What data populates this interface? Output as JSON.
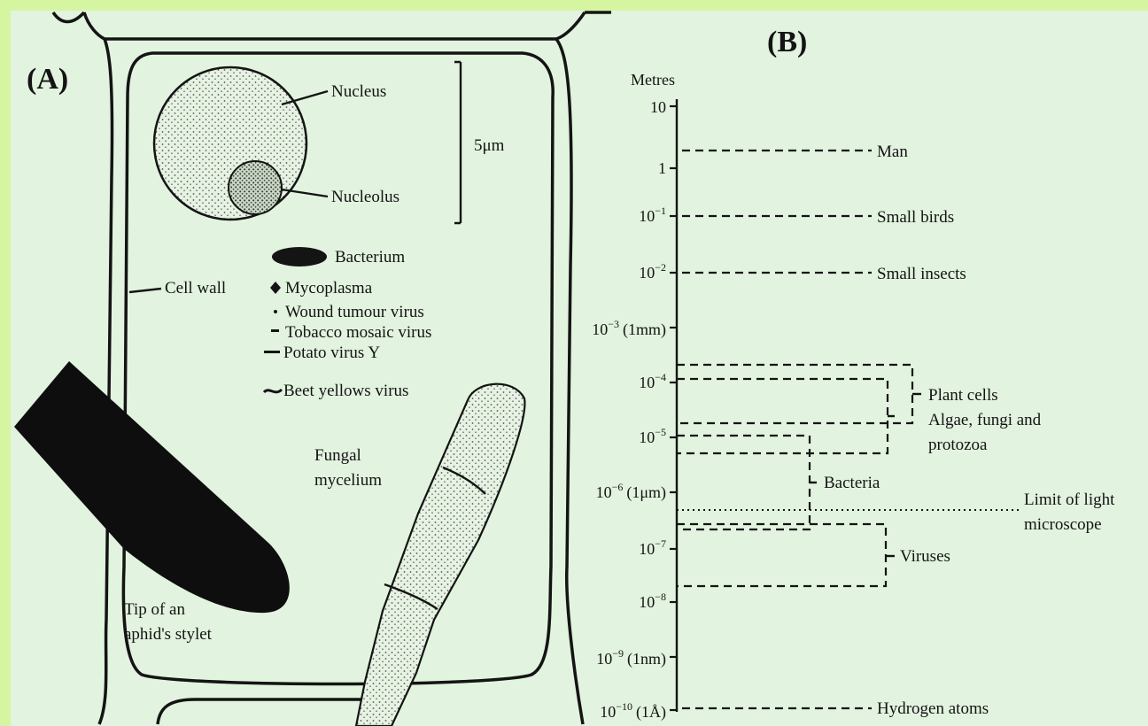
{
  "colors": {
    "frame": "#d6f5a0",
    "panel": "#e2f3df",
    "ink": "#141414",
    "stipple": "#b9ccb4"
  },
  "panel_a": {
    "title": "(A)",
    "nucleus": "Nucleus",
    "nucleolus": "Nucleolus",
    "scale_bar": "5μm",
    "cell_wall": "Cell wall",
    "legend": [
      {
        "icon": "bacterium-icon",
        "label": "Bacterium"
      },
      {
        "icon": "mycoplasma-icon",
        "label": "Mycoplasma"
      },
      {
        "icon": "wound-tumour-virus-icon",
        "label": "Wound tumour virus"
      },
      {
        "icon": "tobacco-mosaic-virus-icon",
        "label": "Tobacco mosaic virus"
      },
      {
        "icon": "potato-virus-y-icon",
        "label": "Potato virus Y"
      },
      {
        "icon": "beet-yellows-virus-icon",
        "label": "Beet yellows virus"
      }
    ],
    "fungal_1": "Fungal",
    "fungal_2": "mycelium",
    "stylet_1": "Tip of an",
    "stylet_2": "aphid's stylet"
  },
  "panel_b": {
    "title": "(B)",
    "axis_unit": "Metres",
    "ticks": [
      {
        "base": "10",
        "exp": "",
        "suffix": "",
        "row": 0
      },
      {
        "base": "1",
        "exp": "",
        "suffix": "",
        "row": 1
      },
      {
        "base": "10",
        "exp": "−1",
        "suffix": "",
        "row": 2
      },
      {
        "base": "10",
        "exp": "−2",
        "suffix": "",
        "row": 3
      },
      {
        "base": "10",
        "exp": "−3",
        "suffix": "(1mm)",
        "row": 4
      },
      {
        "base": "10",
        "exp": "−4",
        "suffix": "",
        "row": 5
      },
      {
        "base": "10",
        "exp": "−5",
        "suffix": "",
        "row": 6
      },
      {
        "base": "10",
        "exp": "−6",
        "suffix": "(1μm)",
        "row": 7
      },
      {
        "base": "10",
        "exp": "−7",
        "suffix": "",
        "row": 8
      },
      {
        "base": "10",
        "exp": "−8",
        "suffix": "",
        "row": 9
      },
      {
        "base": "10",
        "exp": "−9",
        "suffix": "(1nm)",
        "row": 10
      },
      {
        "base": "10",
        "exp": "−10",
        "suffix": "(1Å)",
        "row": 11
      }
    ],
    "labels": {
      "man": "Man",
      "small_birds": "Small birds",
      "small_insects": "Small insects",
      "plant_cells": "Plant cells",
      "algae_1": "Algae, fungi and",
      "algae_2": "protozoa",
      "bacteria": "Bacteria",
      "limit_1": "Limit of light",
      "limit_2": "microscope",
      "viruses": "Viruses",
      "hydrogen": "Hydrogen atoms"
    }
  }
}
